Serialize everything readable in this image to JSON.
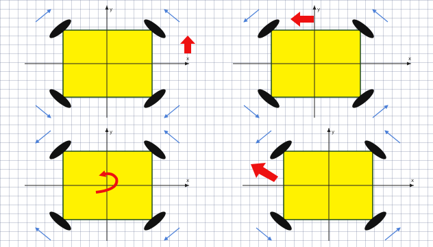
{
  "colors": {
    "grid": "#aeb6cc",
    "axis": "#222222",
    "body": "#fff200",
    "body_border": "#1e4a1e",
    "wheel": "#111111",
    "roller_arrow": "#4a7fd8",
    "motion_arrow": "#ee1111"
  },
  "labels": {
    "x_axis": "x",
    "y_axis": "y"
  },
  "panels": [
    {
      "id": "forward",
      "motion": "up-arrow",
      "roller_direction": "forward"
    },
    {
      "id": "strafe-left",
      "motion": "left-arrow",
      "roller_direction": "left"
    },
    {
      "id": "rotate",
      "motion": "rotate-arrow",
      "roller_direction": "rotate"
    },
    {
      "id": "diagonal",
      "motion": "diagonal-up-left-arrow",
      "roller_direction": "diagonal"
    }
  ]
}
